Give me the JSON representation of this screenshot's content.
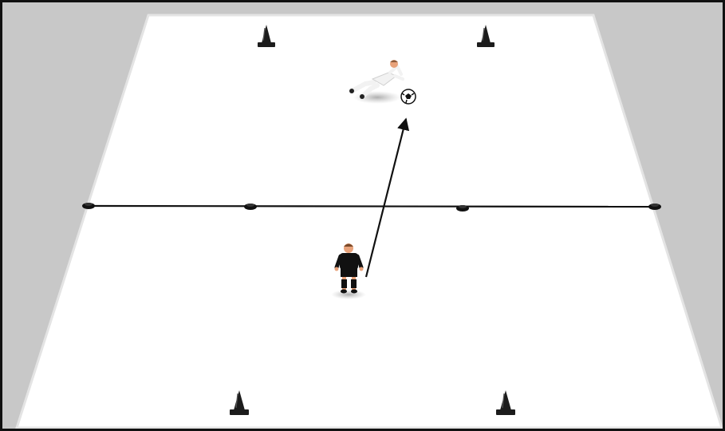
{
  "diagram": {
    "type": "football-drill",
    "colors": {
      "background": "#c8c8c8",
      "field": "#ffffff",
      "field_edge": "#e6e6e6",
      "lines": "#111111",
      "cones": "#1c1c1c",
      "attacker_kit": "#111111",
      "goalkeeper_kit": "#f2f2f2",
      "skin": "#e8a27a",
      "ball": "#ffffff"
    },
    "elements": {
      "cones": 4,
      "marker_discs": 4,
      "players": [
        "attacker",
        "goalkeeper"
      ],
      "ball": 1,
      "pass_arrow": 1,
      "halfway_line": 1
    }
  }
}
